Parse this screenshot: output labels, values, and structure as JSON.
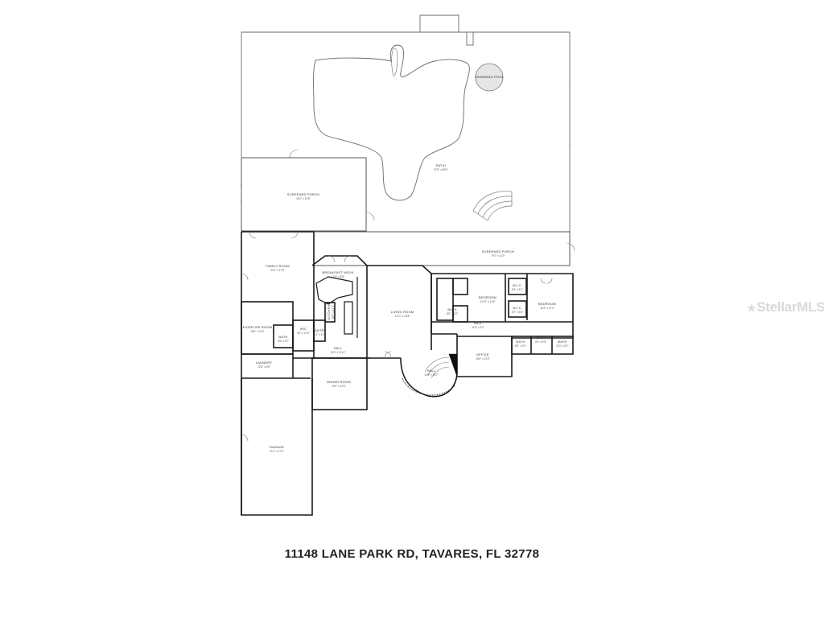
{
  "address": "11148 LANE PARK RD, TAVARES, FL 32778",
  "watermark": {
    "brand": "Stellar",
    "suffix": "MLS"
  },
  "rooms": {
    "swimming_pool": {
      "name": "SWIMMING POOL",
      "dim": ""
    },
    "patio": {
      "name": "PATIO",
      "dim": "92'3\" x 80'6\""
    },
    "screened_porch_1": {
      "name": "SCREENED PORCH",
      "dim": "26'1\" x 23'8\""
    },
    "screened_porch_2": {
      "name": "SCREENED PORCH",
      "dim": "79'7\" x 11'9\""
    },
    "family_room": {
      "name": "FAMILY ROOM",
      "dim": "21'2\" x 17'8\""
    },
    "breakfast_nook": {
      "name": "BREAKFAST NOOK",
      "dim": "12'4\" x 8'8\""
    },
    "living_room": {
      "name": "LIVING ROOM",
      "dim": "21'11\" x 20'8\""
    },
    "bedroom_1": {
      "name": "BEDROOM",
      "dim": "12'10\" x 11'8\""
    },
    "bedroom_2": {
      "name": "BEDROOM",
      "dim": "16'4\" x 17'2\""
    },
    "wic_1": {
      "name": "W.I.C.",
      "dim": "8'0\" x 5'1\""
    },
    "wic_2": {
      "name": "W.I.C.",
      "dim": "5'7\" x 6'5\""
    },
    "exercise_room": {
      "name": "EXERCISE ROOM",
      "dim": "15'0\" x 10'4\""
    },
    "bath_1": {
      "name": "BATH",
      "dim": "6'8\" x 9'1\""
    },
    "wic_3": {
      "name": "WIC",
      "dim": "6'0\" x 10'0\""
    },
    "kitchen": {
      "name": "KITCHEN",
      "dim": "18'3\" x 12'4\""
    },
    "pantry": {
      "name": "PANTRY",
      "dim": "6'2\" x 4'0\""
    },
    "hall_1": {
      "name": "HALL",
      "dim": "13'3\" x 11'11\""
    },
    "hall_2": {
      "name": "HALL",
      "dim": "11'8\" x 3'2\""
    },
    "hall_3": {
      "name": "HALL",
      "dim": "13'8\" x 16'7\""
    },
    "bath_2": {
      "name": "BATH",
      "dim": "8'0\" x 6'2\""
    },
    "bath_3": {
      "name": "BATH",
      "dim": "8'5\" x 9'2\""
    },
    "bath_4": {
      "name": "BATH",
      "dim": "9'6\" x 6'5\""
    },
    "bath_5": {
      "name": "BATH",
      "dim": "4'11\" x 8'2\""
    },
    "office": {
      "name": "OFFICE",
      "dim": "16'0\" x 13'3\""
    },
    "laundry": {
      "name": "LAUNDRY",
      "dim": "12'6\" x 6'8\""
    },
    "dining_room": {
      "name": "DINING ROOM",
      "dim": "15'4\" x 13'0\""
    },
    "garage": {
      "name": "GARAGE",
      "dim": "21'2\" x 47'3\""
    }
  }
}
